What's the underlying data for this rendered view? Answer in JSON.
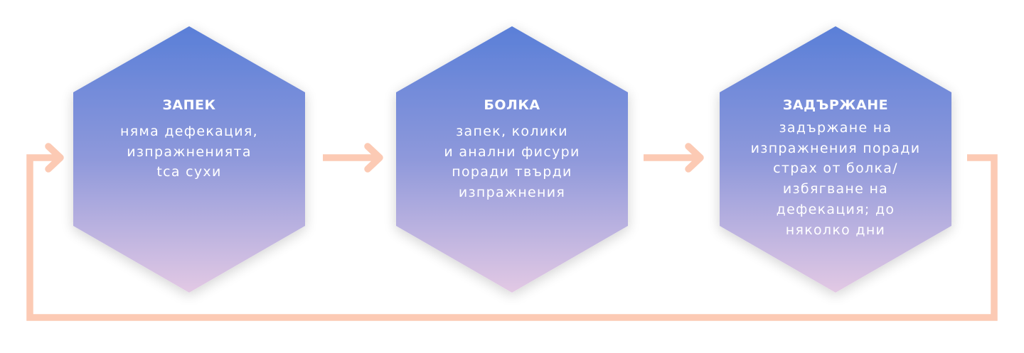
{
  "diagram": {
    "type": "cycle-flow",
    "colors": {
      "hex_gradient_top": "#5B80D8",
      "hex_gradient_mid": "#8E98DB",
      "hex_gradient_bottom": "#E2C8E4",
      "arrow": "#FCCAB4",
      "text": "#FFFFFF"
    },
    "steps": [
      {
        "title": "ЗАПЕК",
        "lines": [
          "няма дефекация,",
          "изпражненията",
          "tca сухи"
        ]
      },
      {
        "title": "БОЛКА",
        "lines": [
          "запек, колики",
          "и анални фисури",
          "поради твърди",
          "изпражнения"
        ]
      },
      {
        "title": "ЗАДЪРЖАНЕ",
        "lines": [
          "задържане на",
          "изпражнения поради",
          "страх от болка/",
          "избягване на",
          "дефекация; до",
          "няколко дни"
        ]
      }
    ],
    "connectors": [
      {
        "from": "ЗАПЕК",
        "to": "БОЛКА",
        "icon": "arrow-right-icon"
      },
      {
        "from": "БОЛКА",
        "to": "ЗАДЪРЖАНЕ",
        "icon": "arrow-right-icon"
      },
      {
        "from": "ЗАДЪРЖАНЕ",
        "to": "ЗАПЕК",
        "icon": "loop-back-arrow-icon"
      }
    ]
  }
}
